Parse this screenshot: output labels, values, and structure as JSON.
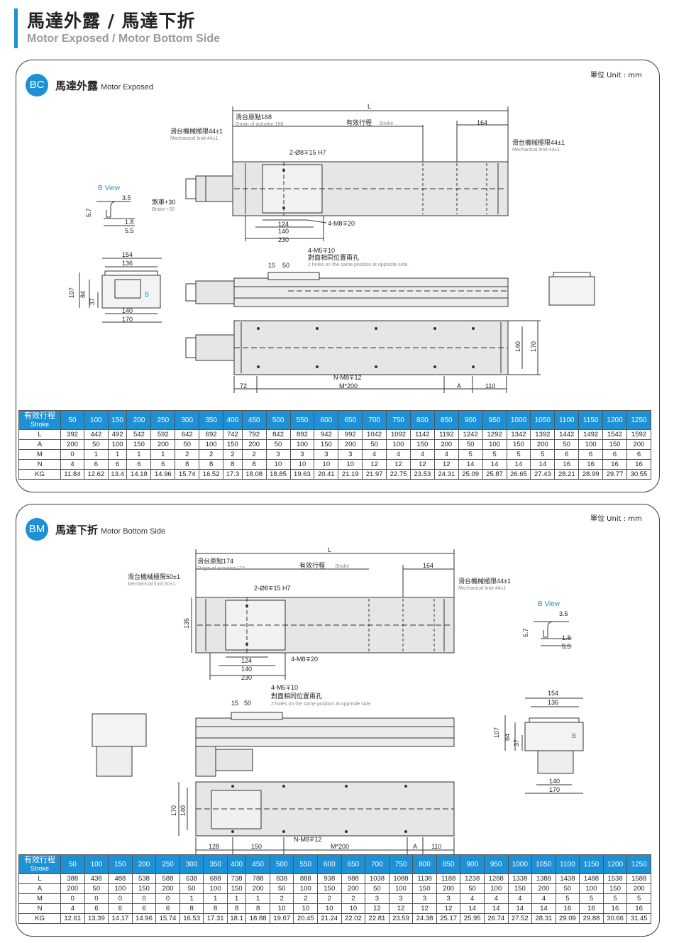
{
  "header": {
    "title": "馬達外露 / 馬達下折",
    "subtitle": "Motor Exposed / Motor Bottom Side"
  },
  "colors": {
    "accent": "#1e90d6",
    "line": "#333333",
    "body_fill": "#e3e3e3"
  },
  "sections": [
    {
      "badge": "BC",
      "title": "馬達外露",
      "title_en": "Motor Exposed",
      "unit": "單位 Unit : mm",
      "labels": {
        "L": "L",
        "origin": "滑台原點168",
        "origin_en": "Origin of actuator:168",
        "stroke": "有效行程",
        "stroke_en": "Stroke",
        "dim164": "164",
        "mech_left": "滑台機械極限44±1",
        "mech_left_en": "Mechanical limit:44±1",
        "mech_right": "滑台機械極限44±1",
        "mech_right_en": "Mechanical limit:44±1",
        "pin": "2-Ø8∓15 H7",
        "bview": "B View",
        "bv_35": "3.5",
        "bv_57": "5.7",
        "bv_18": "1.8",
        "bv_55": "5.5",
        "brake": "煞車+30",
        "brake_en": "Brake:+30",
        "m8": "4-M8∓20",
        "d124": "124",
        "d140": "140",
        "d230": "230",
        "m5": "4-M5∓10",
        "m5_zh": "對面相同位置兩孔",
        "m5_en": "2 holes on the same position at opposite side.",
        "d15": "15",
        "d50": "50",
        "e154": "154",
        "e136": "136",
        "e107": "107",
        "e84": "84",
        "e37": "37",
        "e140": "140",
        "e170": "170",
        "b": "B",
        "t140": "140",
        "t170": "170",
        "nm8": "N-M8∓12",
        "m200": "M*200",
        "d72": "72",
        "dA": "A",
        "d110": "110"
      },
      "table": {
        "head_zh": "有效行程",
        "head_en": "Stroke",
        "strokes": [
          "50",
          "100",
          "150",
          "200",
          "250",
          "300",
          "350",
          "400",
          "450",
          "500",
          "550",
          "600",
          "650",
          "700",
          "750",
          "800",
          "850",
          "900",
          "950",
          "1000",
          "1050",
          "1100",
          "1150",
          "1200",
          "1250"
        ],
        "rows": [
          {
            "label": "L",
            "values": [
              "392",
              "442",
              "492",
              "542",
              "592",
              "642",
              "692",
              "742",
              "792",
              "842",
              "892",
              "942",
              "992",
              "1042",
              "1092",
              "1142",
              "1192",
              "1242",
              "1292",
              "1342",
              "1392",
              "1442",
              "1492",
              "1542",
              "1592"
            ]
          },
          {
            "label": "A",
            "values": [
              "200",
              "50",
              "100",
              "150",
              "200",
              "50",
              "100",
              "150",
              "200",
              "50",
              "100",
              "150",
              "200",
              "50",
              "100",
              "150",
              "200",
              "50",
              "100",
              "150",
              "200",
              "50",
              "100",
              "150",
              "200"
            ]
          },
          {
            "label": "M",
            "values": [
              "0",
              "1",
              "1",
              "1",
              "1",
              "2",
              "2",
              "2",
              "2",
              "3",
              "3",
              "3",
              "3",
              "4",
              "4",
              "4",
              "4",
              "5",
              "5",
              "5",
              "5",
              "6",
              "6",
              "6",
              "6"
            ]
          },
          {
            "label": "N",
            "values": [
              "4",
              "6",
              "6",
              "6",
              "6",
              "8",
              "8",
              "8",
              "8",
              "10",
              "10",
              "10",
              "10",
              "12",
              "12",
              "12",
              "12",
              "14",
              "14",
              "14",
              "14",
              "16",
              "16",
              "16",
              "16"
            ]
          },
          {
            "label": "KG",
            "values": [
              "11.84",
              "12.62",
              "13.4",
              "14.18",
              "14.96",
              "15.74",
              "16.52",
              "17.3",
              "18.08",
              "18.85",
              "19.63",
              "20.41",
              "21.19",
              "21.97",
              "22.75",
              "23.53",
              "24.31",
              "25.09",
              "25.87",
              "26.65",
              "27.43",
              "28.21",
              "28.99",
              "29.77",
              "30.55"
            ]
          }
        ]
      }
    },
    {
      "badge": "BM",
      "title": "馬達下折",
      "title_en": "Motor Bottom Side",
      "unit": "單位 Unit : mm",
      "labels": {
        "L": "L",
        "origin": "滑台原點174",
        "origin_en": "Origin of actuator:174",
        "stroke": "有效行程",
        "stroke_en": "Stroke",
        "dim164": "164",
        "mech_left": "滑台機械極限50±1",
        "mech_left_en": "Mechanical limit:50±1",
        "mech_right": "滑台機械極限44±1",
        "mech_right_en": "Mechanical limit:44±1",
        "pin": "2-Ø8∓15 H7",
        "d135": "135",
        "m8": "4-M8∓20",
        "d124": "124",
        "d140": "140",
        "d230": "230",
        "bview": "B View",
        "bv_35": "3.5",
        "bv_57": "5.7",
        "bv_18": "1.8",
        "bv_55": "5.5",
        "m5": "4-M5∓10",
        "m5_zh": "對面相同位置兩孔",
        "m5_en": "2 holes on the same position at opposite side.",
        "d15": "15",
        "d50": "50",
        "e154": "154",
        "e136": "136",
        "e107": "107",
        "e84": "84",
        "e37": "37",
        "e140": "140",
        "e170": "170",
        "b": "B",
        "t170": "170",
        "t140": "140",
        "nm8": "N-M8∓12",
        "m200": "M*200",
        "d128": "128",
        "d150": "150",
        "dA": "A",
        "d110": "110"
      },
      "table": {
        "head_zh": "有效行程",
        "head_en": "Stroke",
        "strokes": [
          "50",
          "100",
          "150",
          "200",
          "250",
          "300",
          "350",
          "400",
          "450",
          "500",
          "550",
          "600",
          "650",
          "700",
          "750",
          "800",
          "850",
          "900",
          "950",
          "1000",
          "1050",
          "1100",
          "1150",
          "1200",
          "1250"
        ],
        "rows": [
          {
            "label": "L",
            "values": [
              "388",
              "438",
              "488",
              "538",
              "588",
              "638",
              "688",
              "738",
              "788",
              "838",
              "888",
              "938",
              "988",
              "1038",
              "1088",
              "1138",
              "1188",
              "1238",
              "1288",
              "1338",
              "1388",
              "1438",
              "1488",
              "1538",
              "1588"
            ]
          },
          {
            "label": "A",
            "values": [
              "200",
              "50",
              "100",
              "150",
              "200",
              "50",
              "100",
              "150",
              "200",
              "50",
              "100",
              "150",
              "200",
              "50",
              "100",
              "150",
              "200",
              "50",
              "100",
              "150",
              "200",
              "50",
              "100",
              "150",
              "200"
            ]
          },
          {
            "label": "M",
            "values": [
              "0",
              "0",
              "0",
              "0",
              "0",
              "1",
              "1",
              "1",
              "1",
              "2",
              "2",
              "2",
              "2",
              "3",
              "3",
              "3",
              "3",
              "4",
              "4",
              "4",
              "4",
              "5",
              "5",
              "5",
              "5"
            ]
          },
          {
            "label": "N",
            "values": [
              "4",
              "6",
              "6",
              "6",
              "6",
              "8",
              "8",
              "8",
              "8",
              "10",
              "10",
              "10",
              "10",
              "12",
              "12",
              "12",
              "12",
              "14",
              "14",
              "14",
              "14",
              "16",
              "16",
              "16",
              "16"
            ]
          },
          {
            "label": "KG",
            "values": [
              "12.61",
              "13.39",
              "14.17",
              "14.96",
              "15.74",
              "16.53",
              "17.31",
              "18.1",
              "18.88",
              "19.67",
              "20.45",
              "21.24",
              "22.02",
              "22.81",
              "23.59",
              "24.38",
              "25.17",
              "25.95",
              "26.74",
              "27.52",
              "28.31",
              "29.09",
              "29.88",
              "30.66",
              "31.45"
            ]
          }
        ]
      }
    }
  ]
}
